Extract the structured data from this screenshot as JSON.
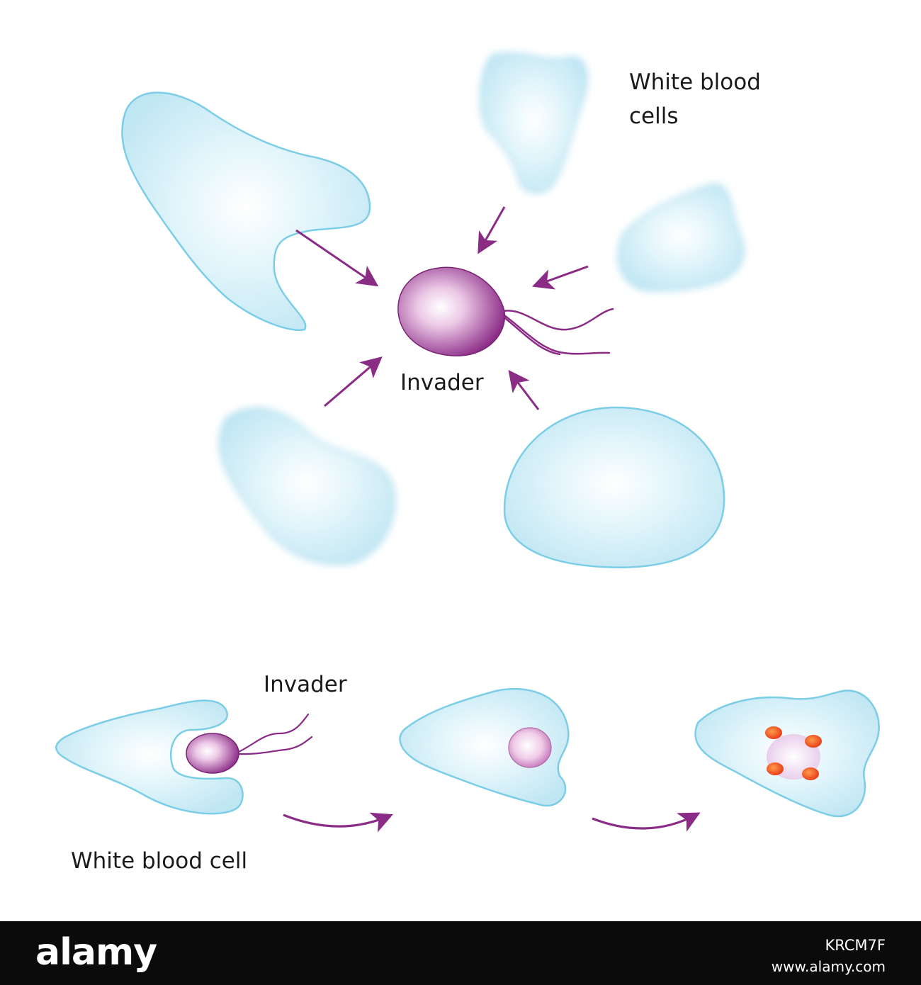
{
  "top_panel": {
    "cells_label_line1": "White blood",
    "cells_label_line2": "cells",
    "invader_label": "Invader"
  },
  "bottom_panel": {
    "invader_label": "Invader",
    "cell_label": "White blood cell"
  },
  "footer": {
    "brand": "alamy",
    "image_id": "KRCM7F",
    "site": "www.alamy.com"
  },
  "colors": {
    "cell_fill": "#cdeef8",
    "cell_outline": "#7ccde6",
    "invader": "#8e2d8a",
    "arrow": "#8a2b86",
    "particle": "#f05a1a",
    "footer_bg": "#0b0b0b"
  }
}
